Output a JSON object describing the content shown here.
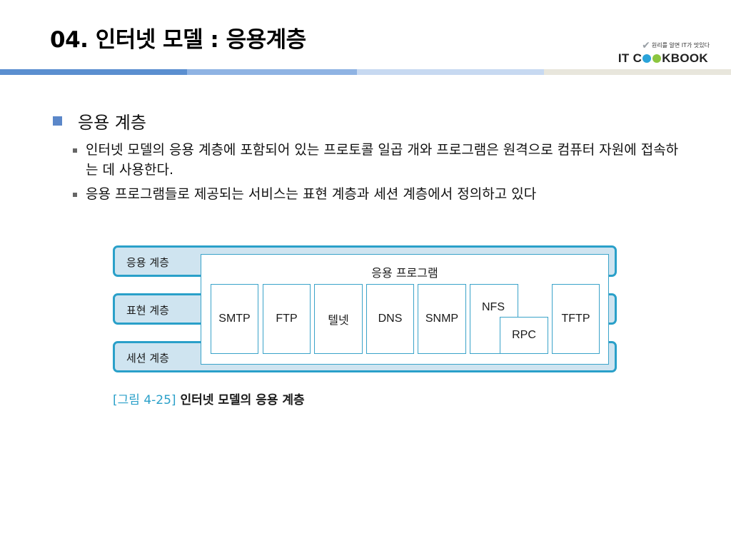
{
  "title": "04. 인터넷 모델 : 응용계층",
  "logo": {
    "tagline": "원리를 알면 IT가 맛있다",
    "brand_left": "IT C",
    "brand_right": "KBOOK",
    "check_icon": "check-icon"
  },
  "title_bar_colors": [
    "#5b8fd0",
    "#8fb3e3",
    "#c7d9f1",
    "#e8e6dc"
  ],
  "content": {
    "main_bullet": "응용 계층",
    "sub_bullets": [
      "인터넷 모델의 응용 계층에 포함되어 있는 프로토콜 일곱 개와 프로그램은 원격으로 컴퓨터 자원에 접속하는 데 사용한다.",
      "응용 프로그램들로 제공되는 서비스는 표현 계층과 세션 계층에서 정의하고 있다"
    ]
  },
  "diagram": {
    "layers": [
      "응용 계층",
      "표현 계층",
      "세션 계층"
    ],
    "app_box_title": "응용 프로그램",
    "protocols": [
      "SMTP",
      "FTP",
      "텔넷",
      "DNS",
      "SNMP"
    ],
    "nfs": "NFS",
    "rpc": "RPC",
    "tftp": "TFTP",
    "colors": {
      "border": "#2aa0c9",
      "layer_fill": "#cfe4f0"
    }
  },
  "caption": {
    "number": "[그림 4-25]",
    "text": "인터넷 모델의 응용 계층"
  }
}
